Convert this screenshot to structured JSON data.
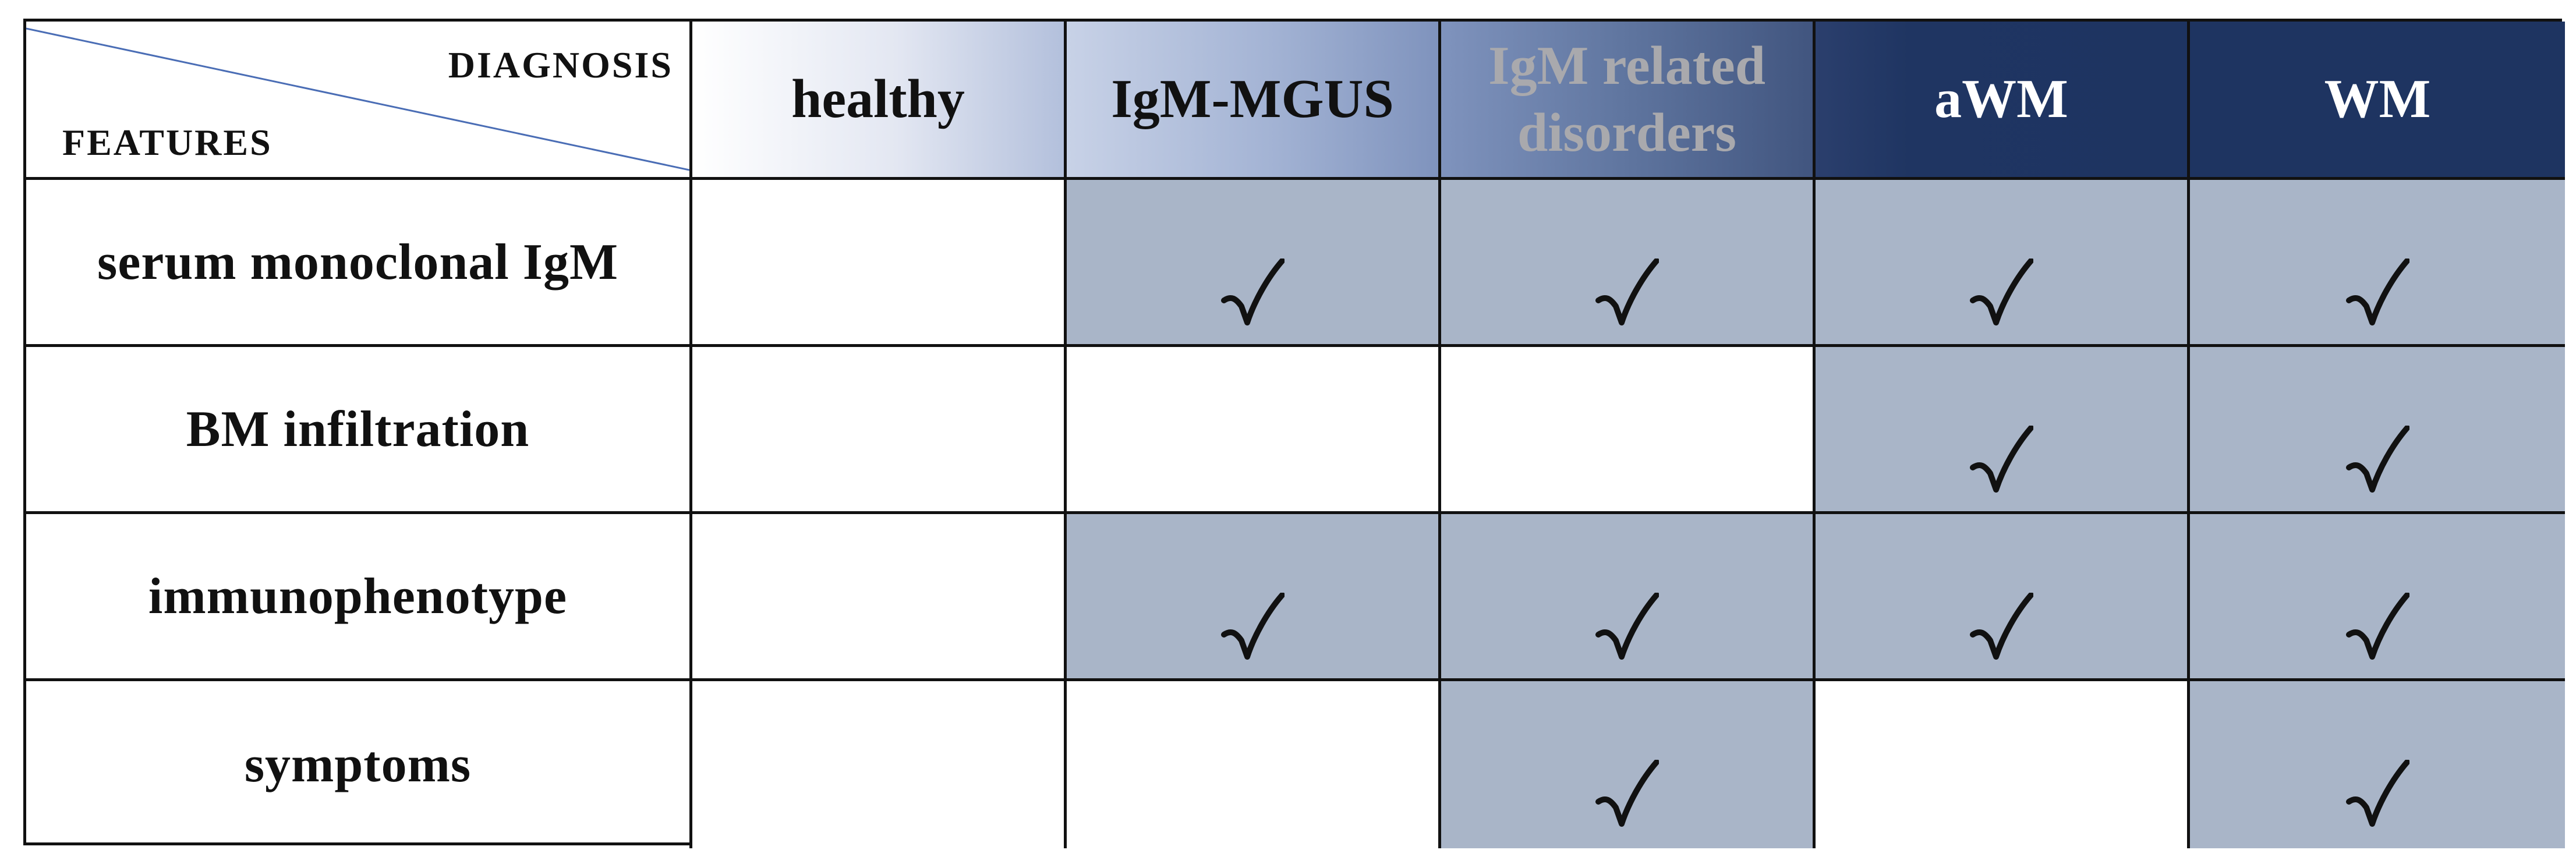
{
  "table": {
    "corner": {
      "diagnosis_label": "DIAGNOSIS",
      "features_label": "FEATURES"
    },
    "columns": [
      {
        "label": "healthy",
        "name": "col-healthy"
      },
      {
        "label": "IgM-MGUS",
        "name": "col-igm-mgus"
      },
      {
        "label": "IgM related disorders",
        "name": "col-igm-related-disorders"
      },
      {
        "label": "aWM",
        "name": "col-awm"
      },
      {
        "label": "WM",
        "name": "col-wm"
      }
    ],
    "rows": [
      {
        "label": "serum monoclonal IgM",
        "checks": [
          false,
          true,
          true,
          true,
          true
        ]
      },
      {
        "label": "BM infiltration",
        "checks": [
          false,
          false,
          false,
          true,
          true
        ]
      },
      {
        "label": "immunophenotype",
        "checks": [
          false,
          true,
          true,
          true,
          true
        ]
      },
      {
        "label": "symptoms",
        "checks": [
          false,
          false,
          true,
          false,
          true
        ]
      }
    ],
    "colors": {
      "checked_cell": "#a9b5c8",
      "header_dark": "#1e3461",
      "diagonal_line": "#4a6db5"
    }
  }
}
